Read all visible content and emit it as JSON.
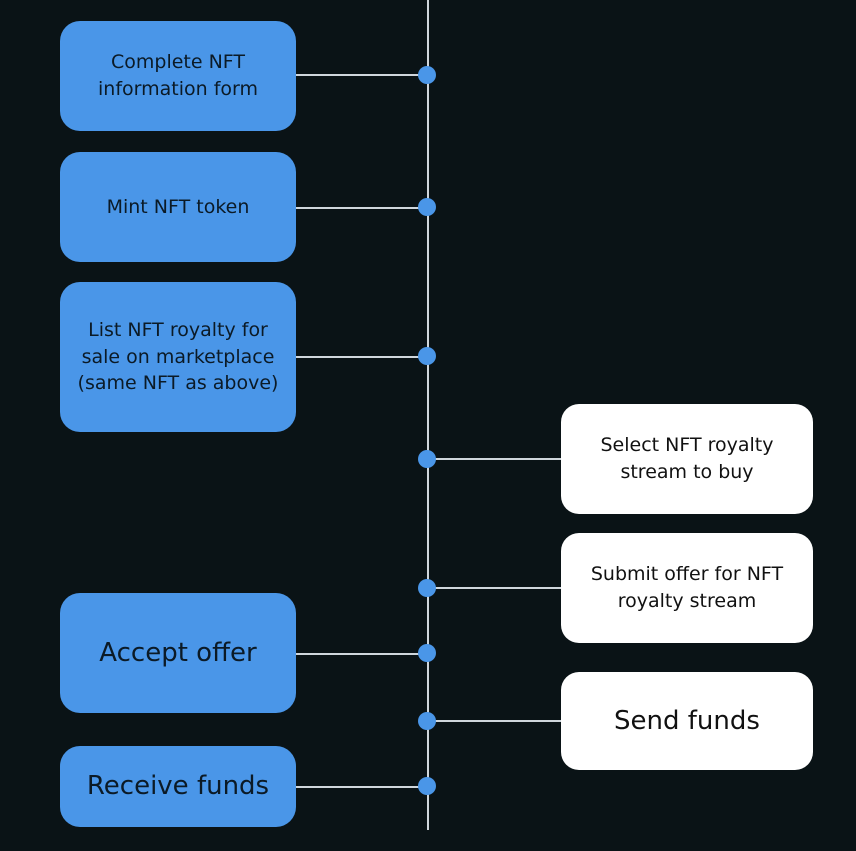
{
  "diagram": {
    "seller_steps": [
      {
        "id": "complete-form",
        "label": "Complete NFT information form"
      },
      {
        "id": "mint-token",
        "label": "Mint NFT token"
      },
      {
        "id": "list-royalty",
        "label": "List NFT royalty for sale on marketplace (same NFT as above)"
      },
      {
        "id": "accept-offer",
        "label": "Accept offer"
      },
      {
        "id": "receive-funds",
        "label": "Receive funds"
      }
    ],
    "buyer_steps": [
      {
        "id": "select-stream",
        "label": "Select NFT royalty stream to buy"
      },
      {
        "id": "submit-offer",
        "label": "Submit offer for NFT royalty stream"
      },
      {
        "id": "send-funds",
        "label": "Send funds"
      }
    ],
    "colors": {
      "background": "#0a1316",
      "seller_box": "#4a96e8",
      "buyer_box": "#ffffff",
      "dot": "#4a96e8",
      "line": "#cfd6dc"
    }
  }
}
